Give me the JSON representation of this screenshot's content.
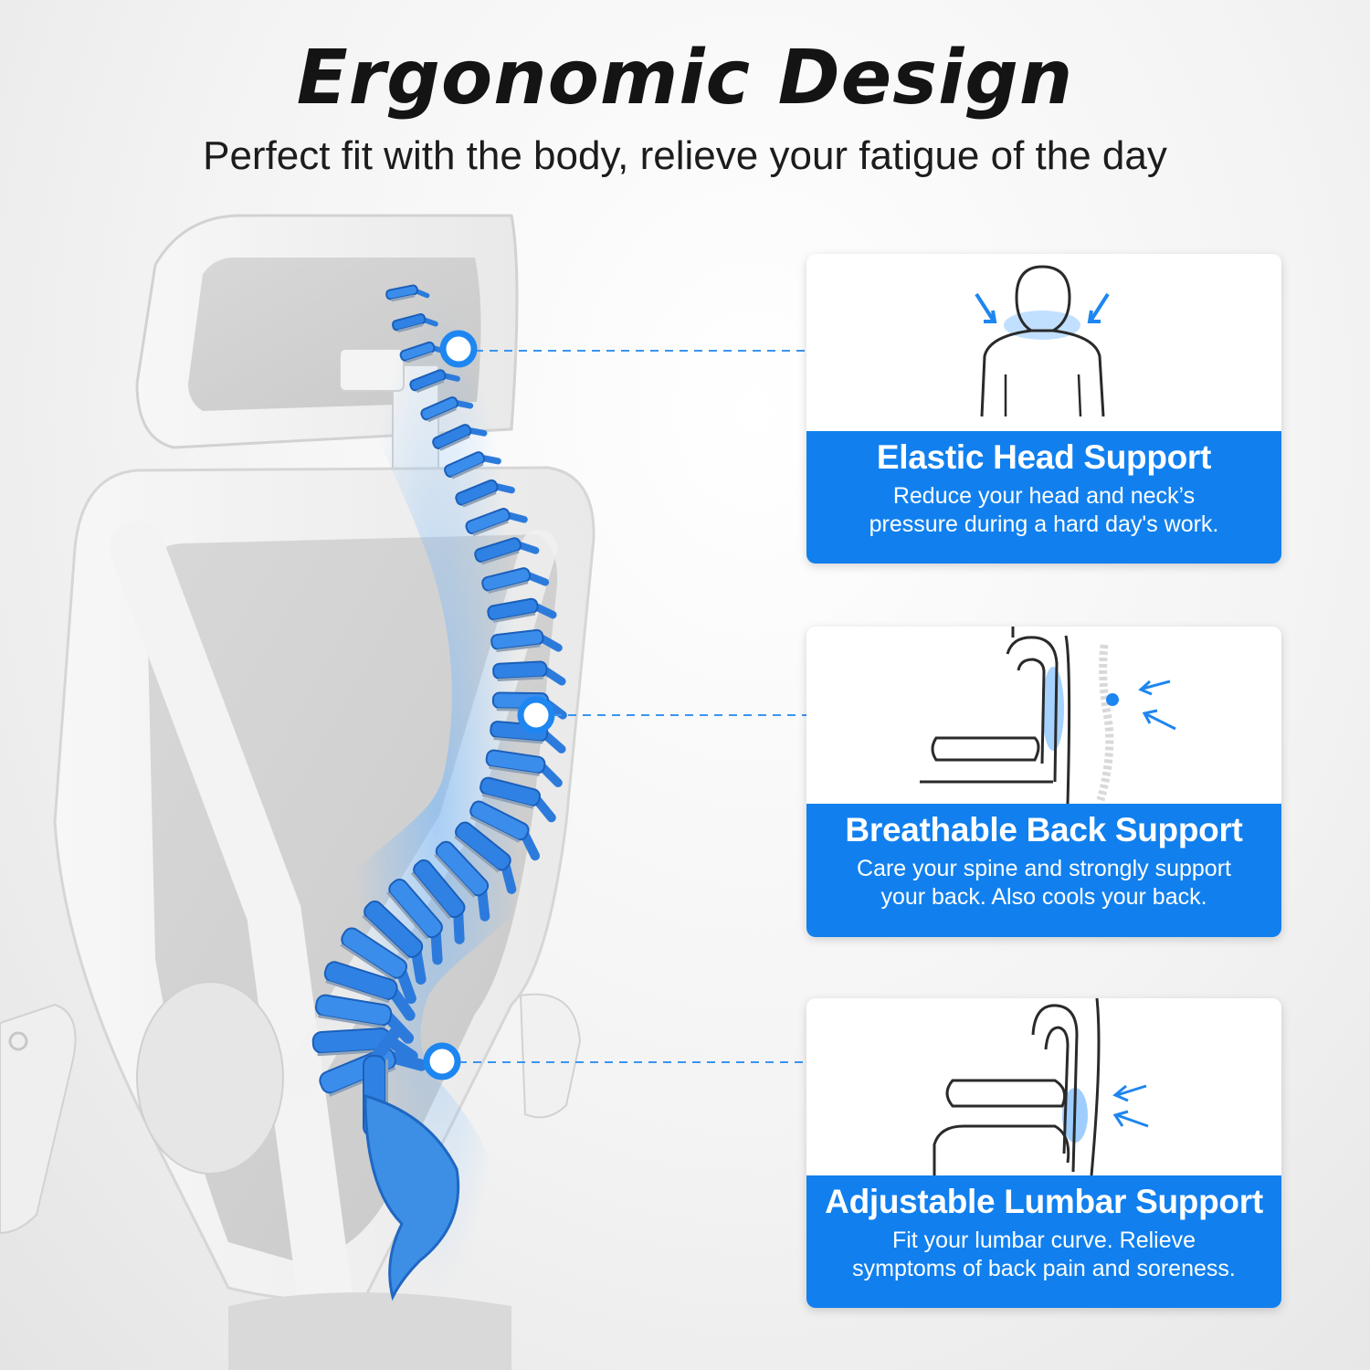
{
  "header": {
    "title": "Ergonomic Design",
    "subtitle": "Perfect fit with the body, relieve your fatigue of the day"
  },
  "colors": {
    "accent_blue": "#1180ee",
    "spine_blue": "#2b7fe0",
    "text_dark": "#141414"
  },
  "features": [
    {
      "title": "Elastic Head Support",
      "description": "Reduce your head and neck’s\npressure during a hard day's work.",
      "icon": "head-neck-icon"
    },
    {
      "title": "Breathable Back Support",
      "description": "Care your spine and strongly support\nyour back. Also cools your back.",
      "icon": "back-support-icon"
    },
    {
      "title": "Adjustable Lumbar Support",
      "description": "Fit your lumbar curve. Relieve\nsymptoms of back pain and soreness.",
      "icon": "lumbar-support-icon"
    }
  ]
}
